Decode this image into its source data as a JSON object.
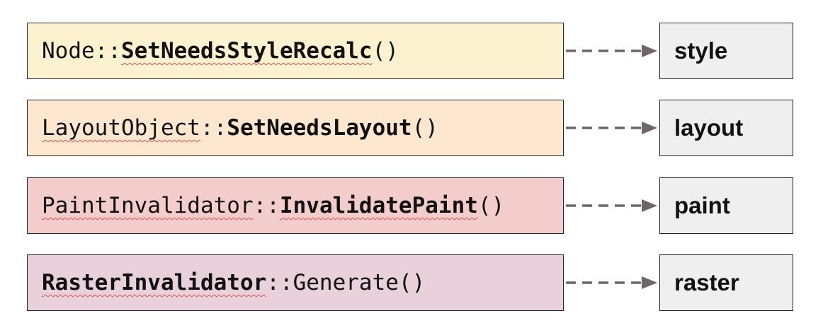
{
  "rows": [
    {
      "segments": [
        {
          "text": "Node",
          "bold": false,
          "squiggle": false
        },
        {
          "text": "::",
          "bold": false,
          "squiggle": false
        },
        {
          "text": "SetNeedsStyleRecalc",
          "bold": true,
          "squiggle": true
        },
        {
          "text": "()",
          "bold": false,
          "squiggle": false
        }
      ],
      "stage": "style",
      "fill": "#fdf2d0"
    },
    {
      "segments": [
        {
          "text": "LayoutObject",
          "bold": false,
          "squiggle": true
        },
        {
          "text": "::",
          "bold": false,
          "squiggle": false
        },
        {
          "text": "SetNeedsLayout",
          "bold": true,
          "squiggle": false
        },
        {
          "text": "()",
          "bold": false,
          "squiggle": false
        }
      ],
      "stage": "layout",
      "fill": "#fde8cf"
    },
    {
      "segments": [
        {
          "text": "PaintInvalidator",
          "bold": false,
          "squiggle": true
        },
        {
          "text": "::",
          "bold": false,
          "squiggle": false
        },
        {
          "text": "InvalidatePaint",
          "bold": true,
          "squiggle": true
        },
        {
          "text": "()",
          "bold": false,
          "squiggle": false
        }
      ],
      "stage": "paint",
      "fill": "#f3cdcc"
    },
    {
      "segments": [
        {
          "text": "RasterInvalidator",
          "bold": true,
          "squiggle": true
        },
        {
          "text": "::",
          "bold": false,
          "squiggle": false
        },
        {
          "text": "Generate",
          "bold": false,
          "squiggle": false
        },
        {
          "text": "()",
          "bold": false,
          "squiggle": false
        }
      ],
      "stage": "raster",
      "fill": "#e8d1da"
    }
  ],
  "colors": {
    "arrow": "#6f6466",
    "stage_fill": "#efefef",
    "border": "#222222",
    "squiggle": "#e05050"
  }
}
